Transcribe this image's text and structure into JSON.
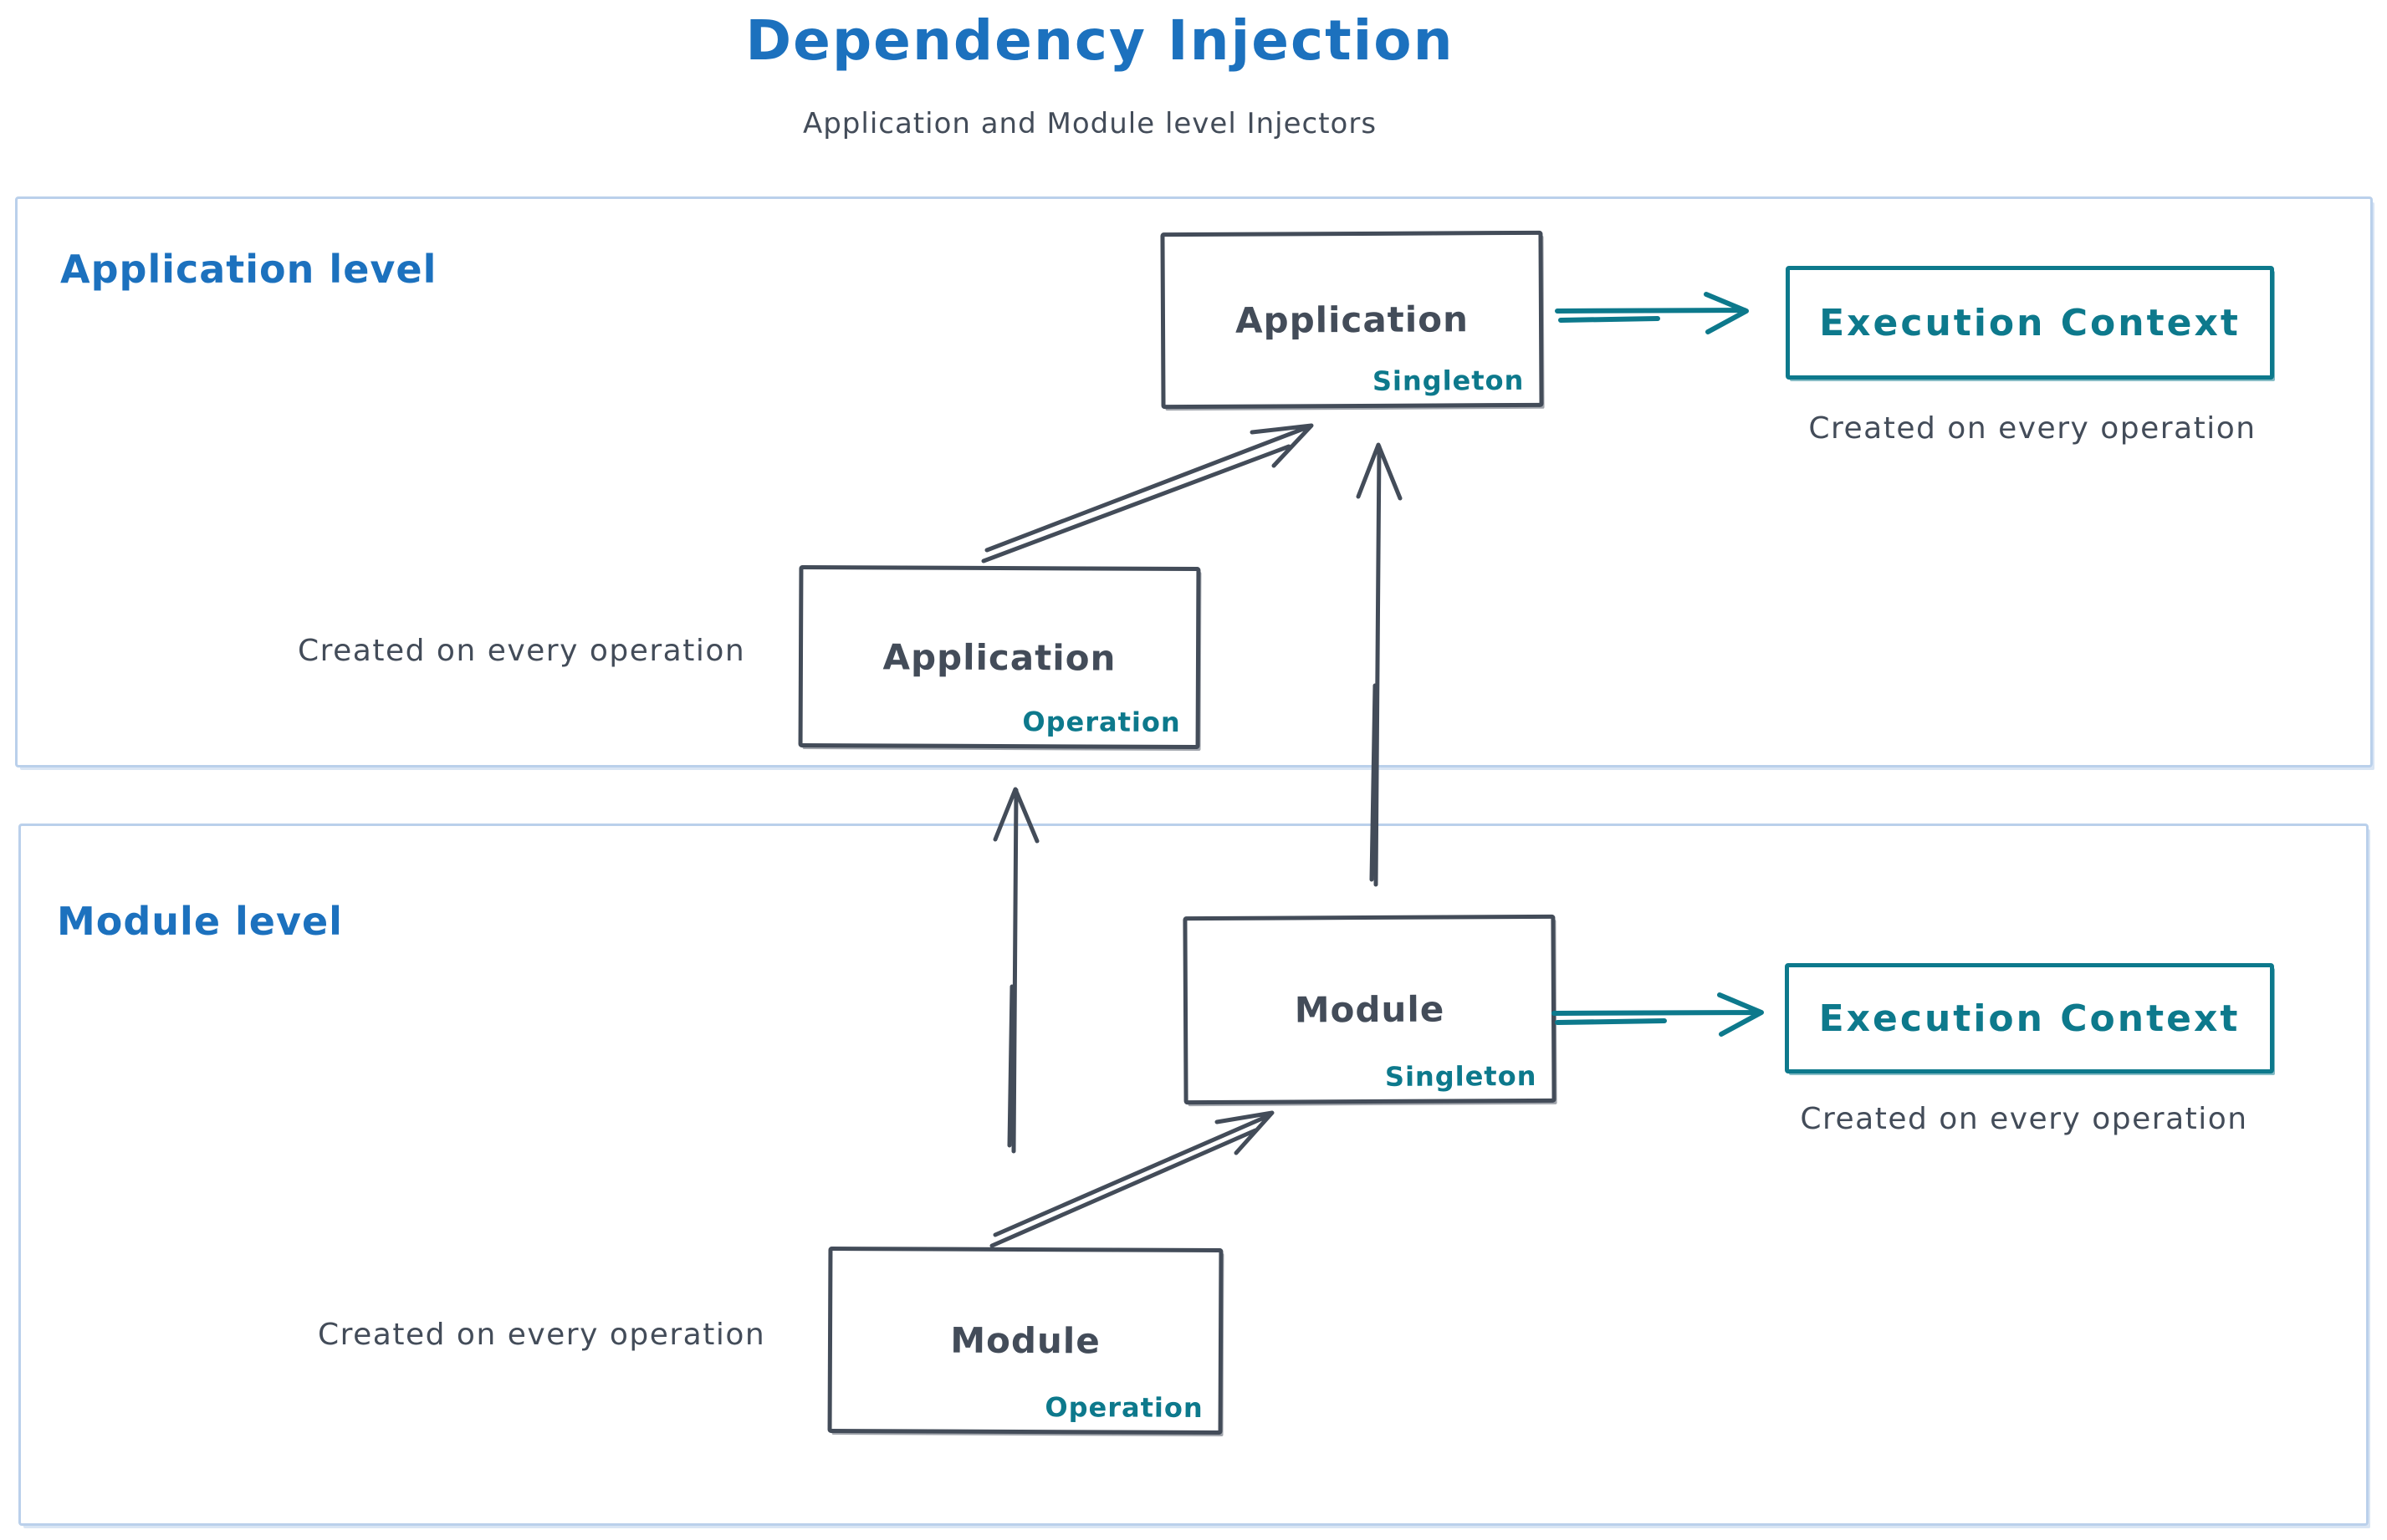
{
  "title": {
    "text": "Dependency Injection",
    "subtitle": "Application and Module level Injectors"
  },
  "colors": {
    "accent_blue": "#1c71be",
    "ink_dark": "#434c59",
    "teal": "#0d798c",
    "section_border": "#bad0eb"
  },
  "application_section": {
    "label": "Application level",
    "singleton_box": {
      "name": "Application",
      "scope": "Singleton"
    },
    "operation_box": {
      "name": "Application",
      "scope": "Operation"
    },
    "operation_caption": "Created on every operation",
    "execution_box": "Execution Context",
    "execution_caption": "Created on every operation"
  },
  "module_section": {
    "label": "Module level",
    "singleton_box": {
      "name": "Module",
      "scope": "Singleton"
    },
    "operation_box": {
      "name": "Module",
      "scope": "Operation"
    },
    "operation_caption": "Created on every operation",
    "execution_box": "Execution Context",
    "execution_caption": "Created on every operation"
  }
}
